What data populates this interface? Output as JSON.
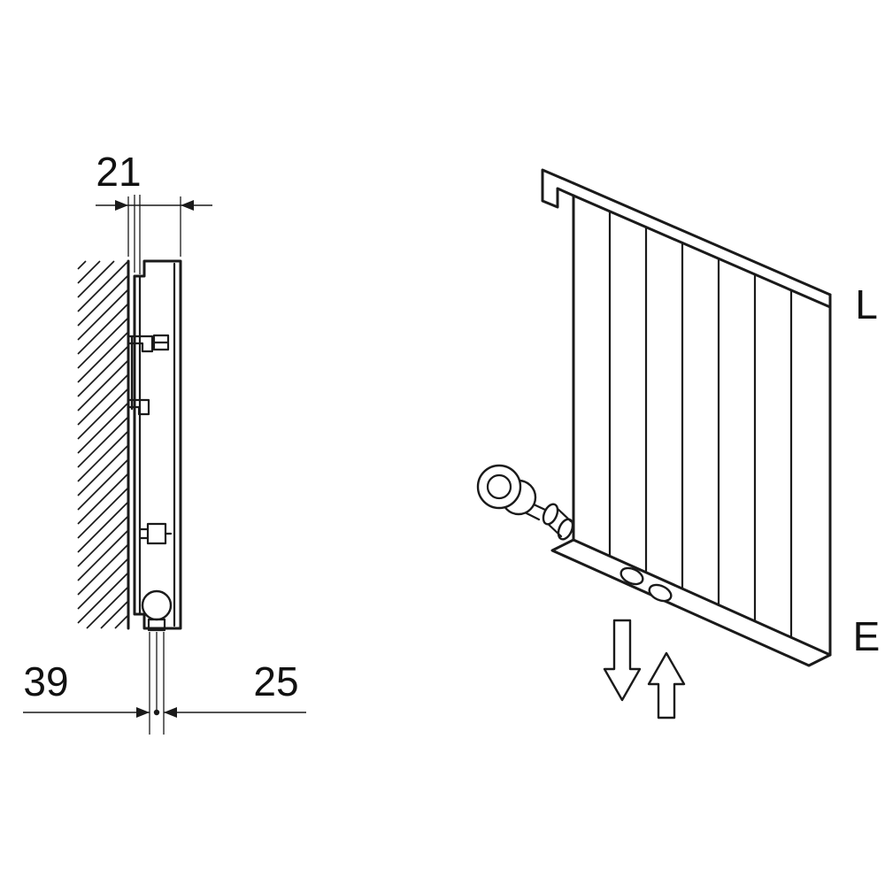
{
  "diagram": {
    "colors": {
      "line": "#1a1a1a",
      "background": "#ffffff"
    },
    "side_view": {
      "dim_top": "21",
      "dim_bottom_left": "39",
      "dim_bottom_right": "25"
    },
    "perspective_view": {
      "label_top": "L",
      "label_bottom": "E"
    },
    "symbols": {
      "wall_hatching": "diagonal-hatch",
      "flow_down_arrow": "hollow-down-arrow",
      "flow_up_arrow": "hollow-up-arrow"
    }
  }
}
